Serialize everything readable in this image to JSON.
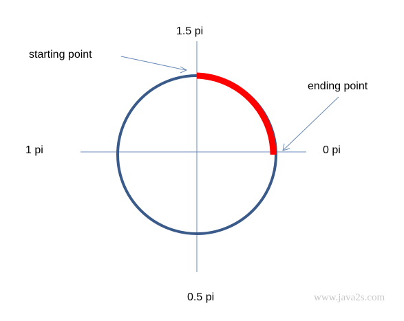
{
  "diagram": {
    "labels": {
      "top": "1.5 pi",
      "left": "1 pi",
      "right": "0 pi",
      "bottom": "0.5 pi",
      "start": "starting point",
      "end": "ending point"
    },
    "watermark": "www.java2s.com",
    "colors": {
      "circle": "#3a5a8a",
      "arc": "#ff0000",
      "axis": "#6a8ab8",
      "pointer": "#6a8ab8"
    },
    "arc": {
      "start_angle": "1.5 pi",
      "end_angle": "0 pi"
    }
  }
}
